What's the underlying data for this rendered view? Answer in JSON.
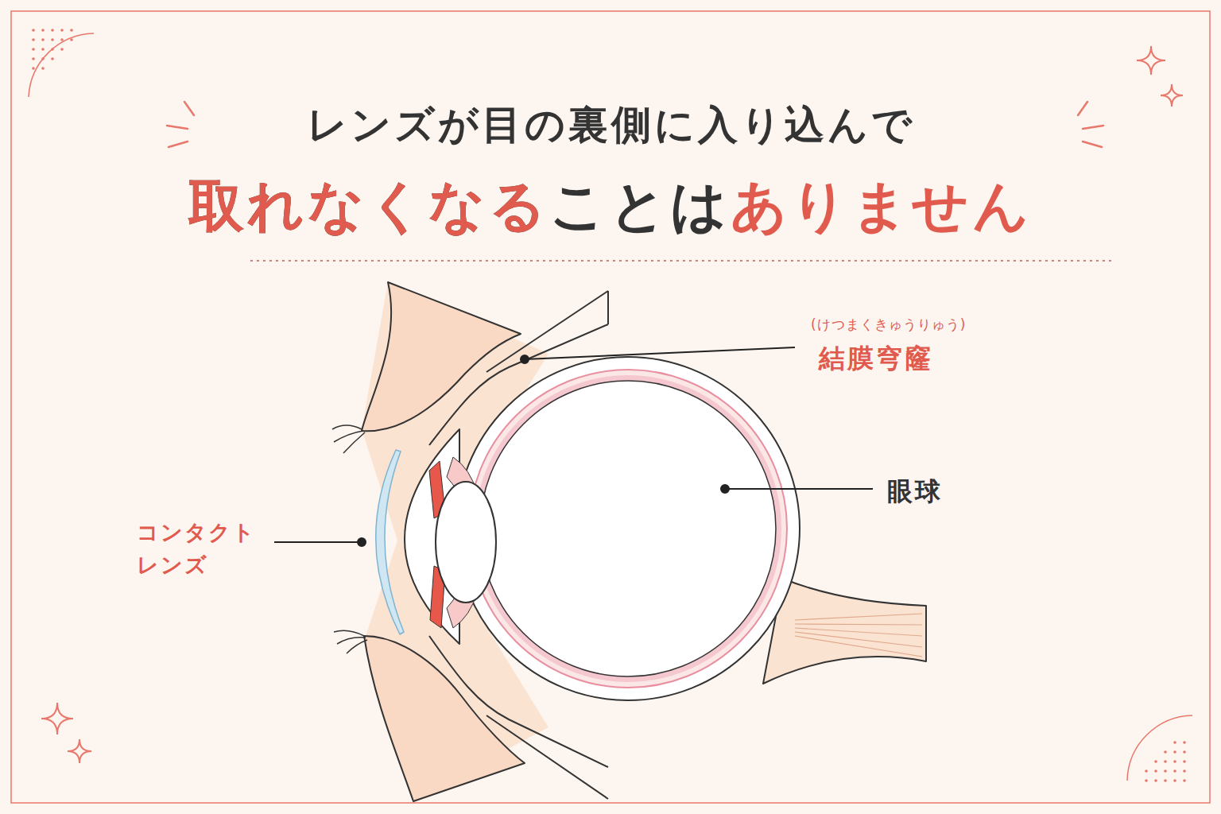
{
  "diagram": {
    "title": "レンズが目の裏側に入り込んで 取れなくなることはありません",
    "labels": [
      "(けつまくきゅうりゅう)",
      "結膜穹窿",
      "眼球",
      "コンタクト レンズ"
    ]
  }
}
